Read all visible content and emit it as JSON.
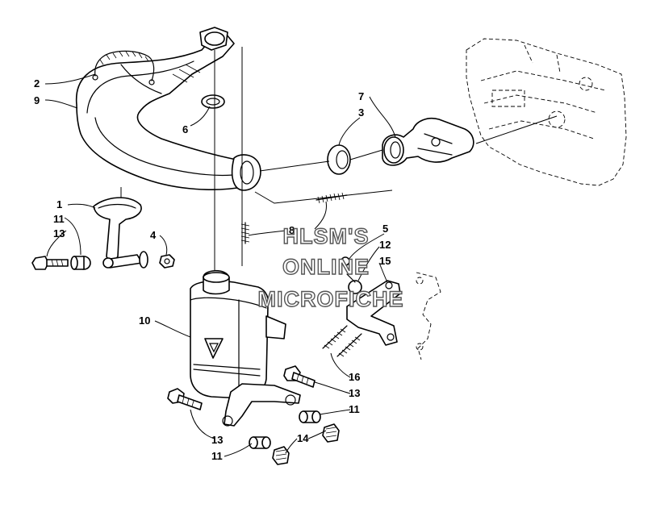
{
  "watermark": {
    "line1": "HLSM'S",
    "line2": "ONLINE",
    "line3": "MICROFICHE"
  },
  "callouts": {
    "c1": "1",
    "c2": "2",
    "c3": "3",
    "c4": "4",
    "c5": "5",
    "c6": "6",
    "c7": "7",
    "c8": "8",
    "c9": "9",
    "c10": "10",
    "c11a": "11",
    "c11b": "11",
    "c11c": "11",
    "c12": "12",
    "c13a": "13",
    "c13b": "13",
    "c13c": "13",
    "c14": "14",
    "c15": "15",
    "c16": "16"
  }
}
